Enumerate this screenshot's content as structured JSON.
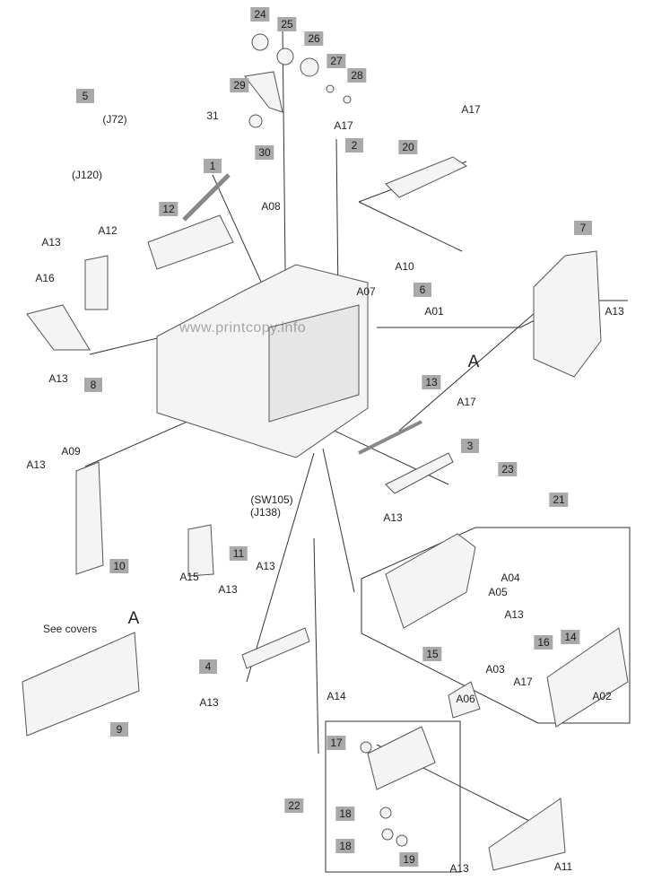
{
  "watermark": "www.printcopy.info",
  "labels": [
    {
      "text": "24",
      "boxed": true
    },
    {
      "text": "25",
      "boxed": true
    },
    {
      "text": "26",
      "boxed": true
    },
    {
      "text": "27",
      "boxed": true
    },
    {
      "text": "28",
      "boxed": true
    },
    {
      "text": "29",
      "boxed": true
    },
    {
      "text": "31",
      "boxed": false
    },
    {
      "text": "30",
      "boxed": true
    },
    {
      "text": "5",
      "boxed": true
    },
    {
      "text": "(J72)",
      "boxed": false
    },
    {
      "text": "(J120)",
      "boxed": false
    },
    {
      "text": "1",
      "boxed": true
    },
    {
      "text": "A17",
      "boxed": false
    },
    {
      "text": "2",
      "boxed": true
    },
    {
      "text": "A17",
      "boxed": false
    },
    {
      "text": "20",
      "boxed": true
    },
    {
      "text": "A08",
      "boxed": false
    },
    {
      "text": "12",
      "boxed": true
    },
    {
      "text": "A13",
      "boxed": false
    },
    {
      "text": "A12",
      "boxed": false
    },
    {
      "text": "A16",
      "boxed": false
    },
    {
      "text": "A10",
      "boxed": false
    },
    {
      "text": "6",
      "boxed": true
    },
    {
      "text": "A07",
      "boxed": false
    },
    {
      "text": "A01",
      "boxed": false
    },
    {
      "text": "7",
      "boxed": true
    },
    {
      "text": "A13",
      "boxed": false
    },
    {
      "text": "A",
      "boxed": false,
      "big": true
    },
    {
      "text": "A13",
      "boxed": false
    },
    {
      "text": "8",
      "boxed": true
    },
    {
      "text": "13",
      "boxed": true
    },
    {
      "text": "A17",
      "boxed": false
    },
    {
      "text": "3",
      "boxed": true
    },
    {
      "text": "A13",
      "boxed": false
    },
    {
      "text": "A09",
      "boxed": false
    },
    {
      "text": "23",
      "boxed": true
    },
    {
      "text": "21",
      "boxed": true
    },
    {
      "text": "(SW105)",
      "boxed": false
    },
    {
      "text": "(J138)",
      "boxed": false
    },
    {
      "text": "A13",
      "boxed": false
    },
    {
      "text": "11",
      "boxed": true
    },
    {
      "text": "10",
      "boxed": true
    },
    {
      "text": "A15",
      "boxed": false
    },
    {
      "text": "A13",
      "boxed": false
    },
    {
      "text": "A13",
      "boxed": false
    },
    {
      "text": "A04",
      "boxed": false
    },
    {
      "text": "A05",
      "boxed": false
    },
    {
      "text": "A13",
      "boxed": false
    },
    {
      "text": "See covers",
      "boxed": false
    },
    {
      "text": "A",
      "boxed": false,
      "big": true
    },
    {
      "text": "16",
      "boxed": true
    },
    {
      "text": "14",
      "boxed": true
    },
    {
      "text": "15",
      "boxed": true
    },
    {
      "text": "A03",
      "boxed": false
    },
    {
      "text": "A17",
      "boxed": false
    },
    {
      "text": "A06",
      "boxed": false
    },
    {
      "text": "A02",
      "boxed": false
    },
    {
      "text": "4",
      "boxed": true
    },
    {
      "text": "A13",
      "boxed": false
    },
    {
      "text": "9",
      "boxed": true
    },
    {
      "text": "A14",
      "boxed": false
    },
    {
      "text": "17",
      "boxed": true
    },
    {
      "text": "22",
      "boxed": true
    },
    {
      "text": "18",
      "boxed": true
    },
    {
      "text": "18",
      "boxed": true
    },
    {
      "text": "19",
      "boxed": true
    },
    {
      "text": "A13",
      "boxed": false
    },
    {
      "text": "A11",
      "boxed": false
    }
  ]
}
